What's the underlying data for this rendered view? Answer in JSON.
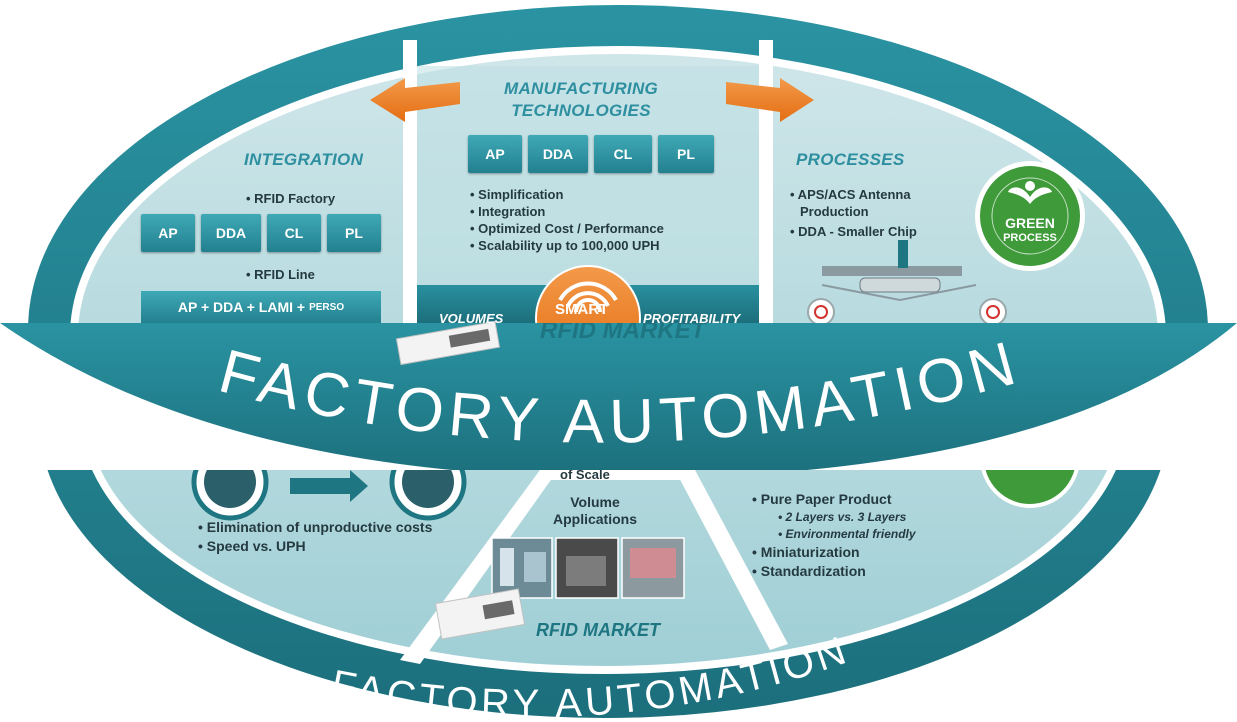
{
  "manufacturing": {
    "title_line1": "MANUFACTURING",
    "title_line2": "TECHNOLOGIES",
    "boxes": [
      "AP",
      "DDA",
      "CL",
      "PL"
    ],
    "bullets": [
      "• Simplification",
      "• Integration",
      "• Optimized Cost / Performance",
      "• Scalability up to 100,000 UPH"
    ]
  },
  "integration": {
    "title": "INTEGRATION",
    "factory_label": "• RFID Factory",
    "boxes": [
      "AP",
      "DDA",
      "CL",
      "PL"
    ],
    "line_label": "• RFID Line",
    "line_box": "AP + DDA + LAMI +",
    "line_box_small": "PERSO"
  },
  "processes": {
    "title": "PROCESSES",
    "bullet1_line1": "• APS/ACS Antenna",
    "bullet1_line2": "Production",
    "bullet2": "• DDA - Smaller Chip"
  },
  "green_badge": {
    "line1": "GREEN",
    "line2": "PROCESS"
  },
  "smart_band": {
    "volumes": "VOLUMES",
    "smart": "SMART",
    "profitability": "PROFITABILITY"
  },
  "rfid_market_top": "RFID MARKET",
  "banner_top": "FACTORY AUTOMATION",
  "bottom_left": {
    "bullets": [
      "• Elimination of unproductive costs",
      "• Speed  vs.  UPH"
    ]
  },
  "bottom_center": {
    "partial": "of Scale",
    "volume_line1": "Volume",
    "volume_line2": "Applications",
    "rfid_market": "RFID MARKET"
  },
  "bottom_right": {
    "bullet1": "• Pure Paper Product",
    "sub1": "• 2 Layers  vs. 3 Layers",
    "sub2": "• Environmental friendly",
    "bullet2": "• Miniaturization",
    "bullet3": "• Standardization"
  },
  "banner_bottom": "FACTORY AUTOMATION",
  "colors": {
    "teal_dark": "#1f7683",
    "teal_ring": "#238696",
    "panel_light": "#b5d9dd",
    "title_teal": "#2e8fa0",
    "arrow_orange": "#ee7d23",
    "green_badge": "#3f9a3a"
  },
  "icons": [
    "arrow-left-icon",
    "arrow-right-icon",
    "smart-gauge-icon",
    "leaf-icon",
    "machine-icon",
    "rfid-tag-icon",
    "process-arrow-icon"
  ]
}
